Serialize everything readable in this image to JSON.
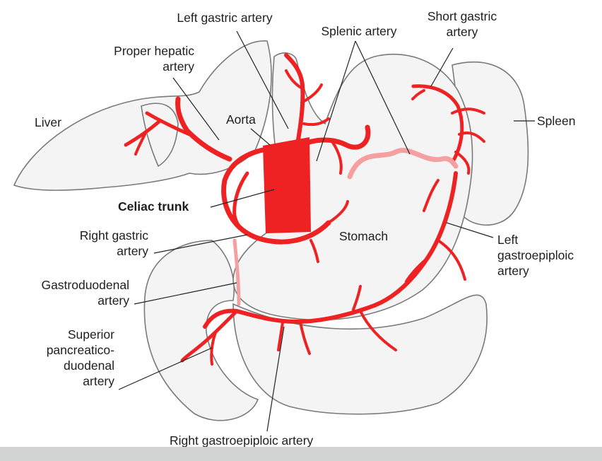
{
  "labels": {
    "left_gastric": "Left gastric artery",
    "splenic": "Splenic artery",
    "short_gastric": [
      "Short gastric",
      "artery"
    ],
    "proper_hepatic": [
      "Proper hepatic",
      "artery"
    ],
    "liver": "Liver",
    "aorta": "Aorta",
    "spleen": "Spleen",
    "celiac_trunk": "Celiac trunk",
    "stomach": "Stomach",
    "right_gastric": [
      "Right gastric",
      "artery"
    ],
    "left_gastroepiploic": [
      "Left",
      "gastroepiploic",
      "artery"
    ],
    "gastroduodenal": [
      "Gastroduodenal",
      "artery"
    ],
    "superior_pancreaticoduodenal": [
      "Superior",
      "pancreatico-",
      "duodenal",
      "artery"
    ],
    "right_gastroepiploic": "Right gastroepiploic artery"
  },
  "colors": {
    "artery": "#ee2222",
    "artery_faded": "#f5a0a0",
    "organ_fill": "#f4f4f4",
    "organ_outline": "#7a7a7a",
    "bottom_bar": "#d2d4d4"
  }
}
